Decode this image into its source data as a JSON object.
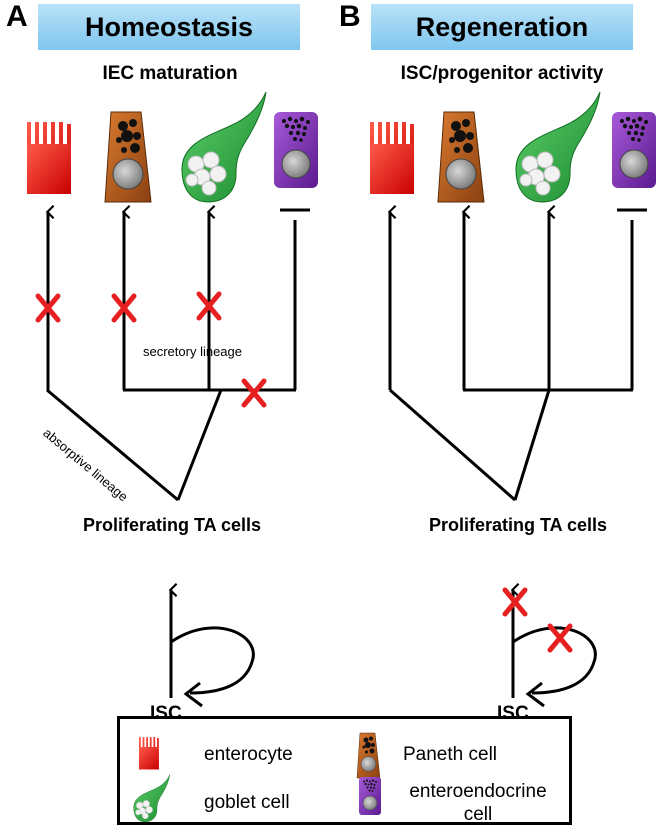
{
  "panelA": {
    "letter": "A",
    "banner": "Homeostasis",
    "subtitle": "IEC maturation",
    "absorptive_label": "absorptive lineage",
    "secretory_label": "secretory lineage",
    "ta_label": "Proliferating TA cells",
    "isc_label": "ISC"
  },
  "panelB": {
    "letter": "B",
    "banner": "Regeneration",
    "subtitle": "ISC/progenitor activity",
    "ta_label": "Proliferating TA cells",
    "isc_label": "ISC"
  },
  "legend": {
    "enterocyte": "enterocyte",
    "paneth": "Paneth cell",
    "goblet": "goblet cell",
    "enteroendocrine": "enteroendocrine cell"
  },
  "colors": {
    "banner_light": "#b9e2f8",
    "banner_dark": "#7fc6ee",
    "enterocyte": "#e60000",
    "paneth": "#b35a1a",
    "goblet": "#27a840",
    "enteroendocrine": "#7a30b0",
    "inhibit_x": "#e62020"
  },
  "icons": [
    "enterocyte-icon",
    "paneth-cell-icon",
    "goblet-cell-icon",
    "enteroendocrine-cell-icon"
  ]
}
